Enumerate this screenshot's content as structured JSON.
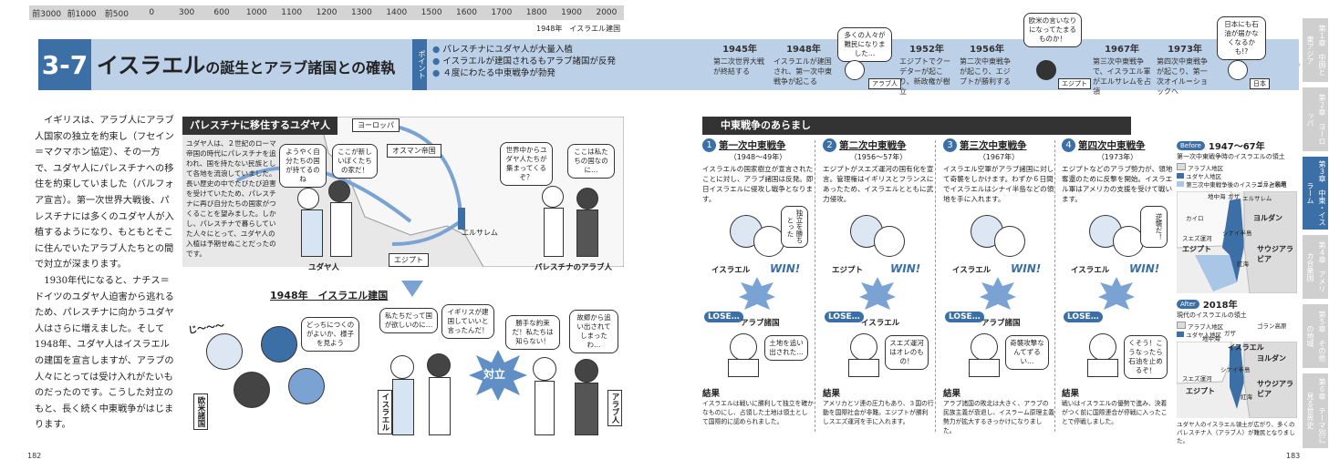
{
  "timeline_strip": [
    "前3000",
    "前1000",
    "前500",
    "0",
    "300",
    "600",
    "1000",
    "1100",
    "1200",
    "1300",
    "1400",
    "1500",
    "1600",
    "1700",
    "1800",
    "1900",
    "2000"
  ],
  "timeline_marker": "1948年　イスラエル建国",
  "section_number": "3-7",
  "title_main": "イスラエル",
  "title_rest": "の誕生とアラブ諸国との確執",
  "point_label": "ポイント",
  "points": [
    "パレスチナにユダヤ人が大量入植",
    "イスラエルが建国されるもアラブ諸国が反発",
    "４度にわたる中東戦争が勃発"
  ],
  "timeline": [
    {
      "year": "1945年",
      "text": "第二次世界大戦が終結する"
    },
    {
      "year": "1948年",
      "text": "イスラエルが建国され、第一次中東戦争が起こる"
    },
    {
      "year": "1952年",
      "text": "エジプトでクーデターが起こり、新政権が樹立"
    },
    {
      "year": "1956年",
      "text": "第二次中東戦争が起こり、エジプトが勝利する"
    },
    {
      "year": "1967年",
      "text": "第三次中東戦争で、イスラエル軍がエルサレムを占領"
    },
    {
      "year": "1973年",
      "text": "第四次中東戦争が起こり、第一次オイル＝ショックへ"
    }
  ],
  "banner_bubbles": [
    "多くの人々が難民になりました…",
    "欧米の言いなりになってたまるものか！",
    "日本にも石油が届かなくなるかも!?"
  ],
  "banner_labels": [
    "アラブ人",
    "エジプト",
    "日本"
  ],
  "body_paragraphs": [
    "イギリスは、アラブ人にアラブ人国家の独立を約束し（フセイン＝マクマホン協定）、その一方で、ユダヤ人にパレスチナへの移住を約束していました（バルフォア宣言）。第一次世界大戦後、パレスチナには多くのユダヤ人が入植するようになり、もともとそこに住んでいたアラブ人たちとの間で対立が深まります。",
    "1930年代になると、ナチス＝ドイツのユダヤ人迫害から逃れるため、パレスチナに向かうユダヤ人はさらに増えました。そして1948年、ユダヤ人はイスラエルの建国を宣言しますが、アラブの人々にとっては受け入れがたいものだったのです。こうした対立のもと、長く続く中東戦争がはじまります。"
  ],
  "migration_panel": {
    "header": "パレスチナに移住するユダヤ人",
    "text": "ユダヤ人は、２世紀のローマ帝国の時代にパレスチナを追われ、国を持たない民族として各地を流浪していました。長い歴史の中でたびたび迫害を受けていたため、パレスチナに再び自分たちの国家がつくることを望みました。しかし、パレスチナで暮らしていた人々にとって、ユダヤ人の入植は予期せぬことだったのです。",
    "places": [
      "ヨーロッパ",
      "オスマン帝国",
      "エジプト",
      "エルサレム"
    ],
    "bubbles": [
      "ようやく自分たちの国が持てるのね",
      "ここが新しいぼくたちの家だ！",
      "世界中からユダヤ人たちが集まってくるぞ？",
      "ここは私たちの国なのに…"
    ],
    "captions": [
      "ユダヤ人",
      "パレスチナのアラブ人"
    ]
  },
  "founding_panel": {
    "header": "1948年　イスラエル建国",
    "onomatopoeia": "じ〜〜〜",
    "bubbles": [
      "どっちにつくのがよいか、様子を見よう",
      "私たちだって国が欲しいのに…",
      "イギリスが建国していいと言ったんだ！",
      "勝手な約束だ！私たちは知らない！",
      "故郷から追い出されてしまったわ…"
    ],
    "conflict": "対立",
    "vertical_labels": [
      "欧米諸国",
      "イスラエル",
      "アラブ人"
    ]
  },
  "wars_panel": {
    "header": "中東戦争のあらまし",
    "wars": [
      {
        "num": "1",
        "title": "第一次中東戦争",
        "years": "（1948〜49年）",
        "text": "イスラエルの国家樹立が宣言されたことに対し、アラブ諸国は反発。即日イスラエルに侵攻し戦争となります。",
        "bubble1": "独立を勝ちとった",
        "bubble2": "土地を追い出された…",
        "winner": "イスラエル",
        "loser": "アラブ諸国",
        "result": "イスラエルは戦いに勝利して独立を確かなものにし、占領した土地は領土として国際的に認められました。"
      },
      {
        "num": "2",
        "title": "第二次中東戦争",
        "years": "（1956〜57年）",
        "text": "エジプトがスエズ運河の国有化を宣言。管理権はイギリスとフランスにあったため、イスラエルとともに武力侵攻。",
        "bubble1": "",
        "bubble2": "スエズ運河はオレのもの！",
        "winner": "エジプト",
        "loser": "イスラエル",
        "result": "アメリカとソ連の圧力もあり、３国の行動を国際社会が非難。エジプトが勝利しスエズ運河を手に入れます。"
      },
      {
        "num": "3",
        "title": "第三次中東戦争",
        "years": "（1967年）",
        "text": "イスラエル空軍がアラブ諸国に対して奇襲をしかけます。わずか６日間でイスラエルはシナイ半島などの領地を手に入れます。",
        "bubble1": "",
        "bubble2": "奇襲攻撃なんてずるい…",
        "winner": "イスラエル",
        "loser": "アラブ諸国",
        "result": "アラブ諸国の敗北は大きく、アラブの民族主義が衰退し、イスラーム原理主義勢力が拡大するきっかけになりました。"
      },
      {
        "num": "4",
        "title": "第四次中東戦争",
        "years": "（1973年）",
        "text": "エジプトなどのアラブ勢力が、領地奪還のために反撃を開始。イスラエル軍はアメリカの支援を受けて戦います。",
        "bubble1": "逆襲だ！",
        "bubble2": "くそう！こうなったら石油を止めるぞ！",
        "winner": "イスラエル",
        "loser": "",
        "result": "戦いはイスラエルの優勢で進み、決着がつく前に国際連合が停戦に入ったことで停戦しました。"
      }
    ],
    "result_label": "結果",
    "win_word": "WIN!",
    "lose_word": "LOSE…"
  },
  "map_before": {
    "tag": "Before",
    "title": "1947〜67年",
    "sub": "第一次中東戦争時のイスラエルの領土",
    "legend": [
      "アラブ人地区",
      "ユダヤ人地区",
      "第三次中東戦争後のイスラエル占領地"
    ],
    "places": [
      "地中海",
      "ガザ",
      "エルサレム",
      "カイロ",
      "シナイ半島",
      "ヨルダン",
      "エジプト",
      "スエズ運河",
      "サウジアラビア",
      "紅海",
      "ゴラン高原"
    ]
  },
  "map_after": {
    "tag": "After",
    "title": "2018年",
    "sub": "現代のイスラエルの領土",
    "legend": [
      "アラブ人地区",
      "ユダヤ人地区"
    ],
    "places": [
      "ゴラン高原",
      "地中海",
      "ガザ",
      "イスラエル",
      "ヨルダン",
      "スエズ運河",
      "シナイ半島",
      "エジプト",
      "サウジアラビア",
      "紅海"
    ],
    "caption": "ユダヤ人のイスラエル領土が広がり、多くのパレスチナ人（アラブ人）が難民となりました。"
  },
  "side_tabs": [
    {
      "label": "第１章　中国と東アジア",
      "active": false
    },
    {
      "label": "第２章　ヨーロッパ",
      "active": false
    },
    {
      "label": "第３章　中東・イスラーム",
      "active": true
    },
    {
      "label": "第４章　アメリカ合衆国",
      "active": false
    },
    {
      "label": "第５章　その他の地域",
      "active": false
    },
    {
      "label": "第６章　テーマ別に見る世界史",
      "active": false
    }
  ],
  "page_left": "182",
  "page_right": "183",
  "colors": {
    "accent": "#3b6fa6",
    "banner": "#bcd0e8"
  }
}
